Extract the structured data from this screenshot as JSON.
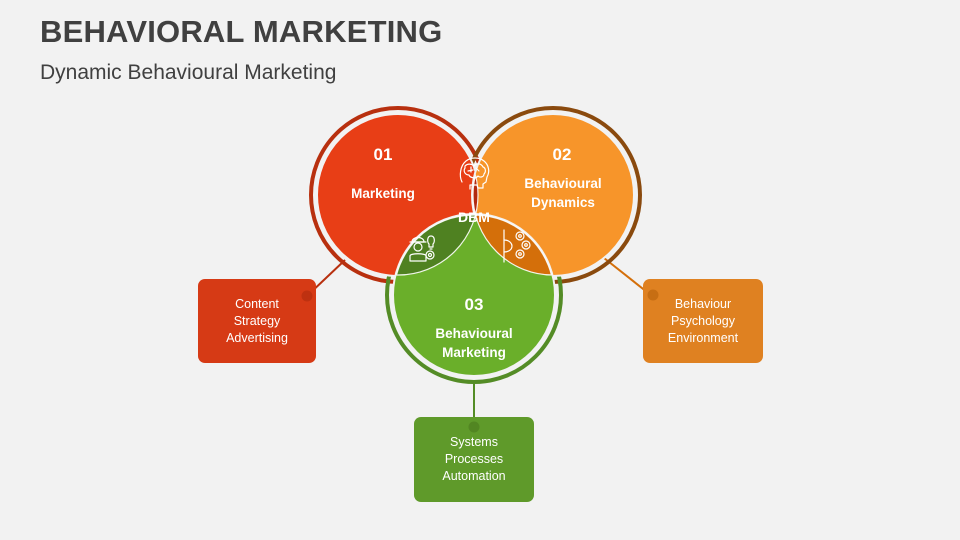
{
  "header": {
    "title": "BEHAVIORAL MARKETING",
    "subtitle": "Dynamic Behavioural Marketing"
  },
  "diagram": {
    "center_label": "DBM",
    "circles": [
      {
        "number": "01",
        "label_lines": [
          "Marketing"
        ],
        "color": "#e83e16",
        "ring_color": "#b8300f",
        "icon": "brain-head-icon"
      },
      {
        "number": "02",
        "label_lines": [
          "Behavioural",
          "Dynamics"
        ],
        "color": "#f7952a",
        "ring_color": "#8a4a0e",
        "icon": "gears-process-icon"
      },
      {
        "number": "03",
        "label_lines": [
          "Behavioural",
          "Marketing"
        ],
        "color": "#6aaf2a",
        "ring_color": "#548c26",
        "icon": "worker-idea-icon"
      }
    ],
    "intersections": {
      "red_orange_color": "#b22a10",
      "red_green_color": "#4f8121",
      "orange_green_color": "#d46f0a",
      "center_color": "#404040"
    },
    "boxes": [
      {
        "lines": [
          "Content",
          "Strategy",
          "Advertising"
        ],
        "color": "#d63a15"
      },
      {
        "lines": [
          "Behaviour",
          "Psychology",
          "Environment"
        ],
        "color": "#df8121"
      },
      {
        "lines": [
          "Systems",
          "Processes",
          "Automation"
        ],
        "color": "#5f9a2a"
      }
    ]
  }
}
